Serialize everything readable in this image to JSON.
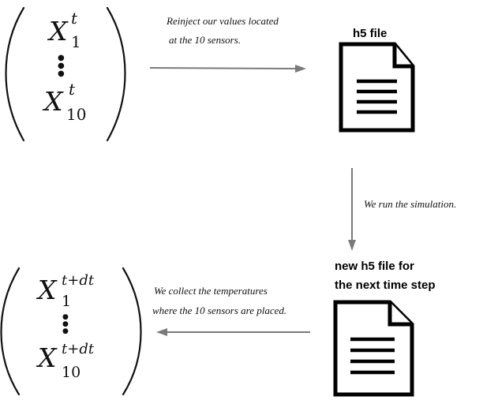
{
  "input_vector": {
    "first": {
      "base": "X",
      "sub": "1",
      "sup": "t"
    },
    "last": {
      "base": "X",
      "sub": "10",
      "sup": "t"
    }
  },
  "output_vector": {
    "first": {
      "base": "X",
      "sub": "1",
      "sup": "t+dt"
    },
    "last": {
      "base": "X",
      "sub": "10",
      "sup": "t+dt"
    }
  },
  "annotations": {
    "reinject_line1": "Reinject our values located",
    "reinject_line2": "at the 10 sensors.",
    "run": "We run the simulation.",
    "collect_line1": "We collect the temperatures",
    "collect_line2": "where the 10 sensors are placed."
  },
  "files": {
    "h5_label": "h5 file",
    "new_h5_label_line1": "new h5 file for",
    "new_h5_label_line2": "the next time step"
  },
  "icons": {
    "file_icon": "document-icon",
    "arrow_icon": "arrow-icon"
  },
  "colors": {
    "arrow": "#7a7a7a",
    "ink": "#000000"
  }
}
